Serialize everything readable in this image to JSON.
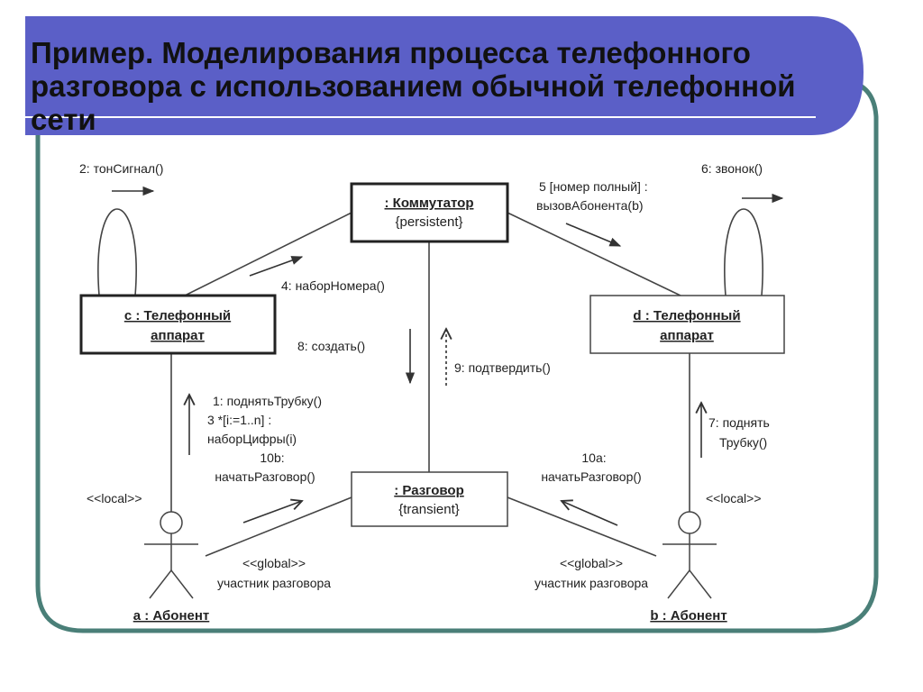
{
  "title": {
    "bold": "Пример.",
    "rest": " Моделирования процесса телефонного разговора с использованием обычной телефонной сети"
  },
  "colors": {
    "header_band": "#5b5fc7",
    "frame": "#4a7f78",
    "line": "#444444"
  },
  "objects": {
    "switch": {
      "name": ": Коммутатор",
      "stereotype": "{persistent}"
    },
    "phone_c": {
      "line1": "c : Телефонный",
      "line2": "аппарат"
    },
    "phone_d": {
      "line1": "d : Телефонный",
      "line2": "аппарат"
    },
    "call": {
      "name": ": Разговор",
      "stereotype": "{transient}"
    }
  },
  "actors": {
    "a": {
      "name": "a : Абонент",
      "local": "<<local>>",
      "global": "<<global>>",
      "role": "участник разговора"
    },
    "b": {
      "name": "b : Абонент",
      "local": "<<local>>",
      "global": "<<global>>",
      "role": "участник разговора"
    }
  },
  "messages": {
    "m2": "2: тонСигнал()",
    "m4": "4: наборНомера()",
    "m5_line1": "5 [номер полный] :",
    "m5_line2": "вызовАбонента(b)",
    "m6": "6: звонок()",
    "m8": "8: создать()",
    "m9": "9: подтвердить()",
    "m1": "1: поднятьТрубку()",
    "m3_line1": "3 *[i:=1..n] :",
    "m3_line2": "наборЦифры(i)",
    "m10b_line1": "10b:",
    "m10b_line2": "начатьРазговор()",
    "m10a_line1": "10a:",
    "m10a_line2": "начатьРазговор()",
    "m7_line1": "7: поднять",
    "m7_line2": "Трубку()"
  }
}
